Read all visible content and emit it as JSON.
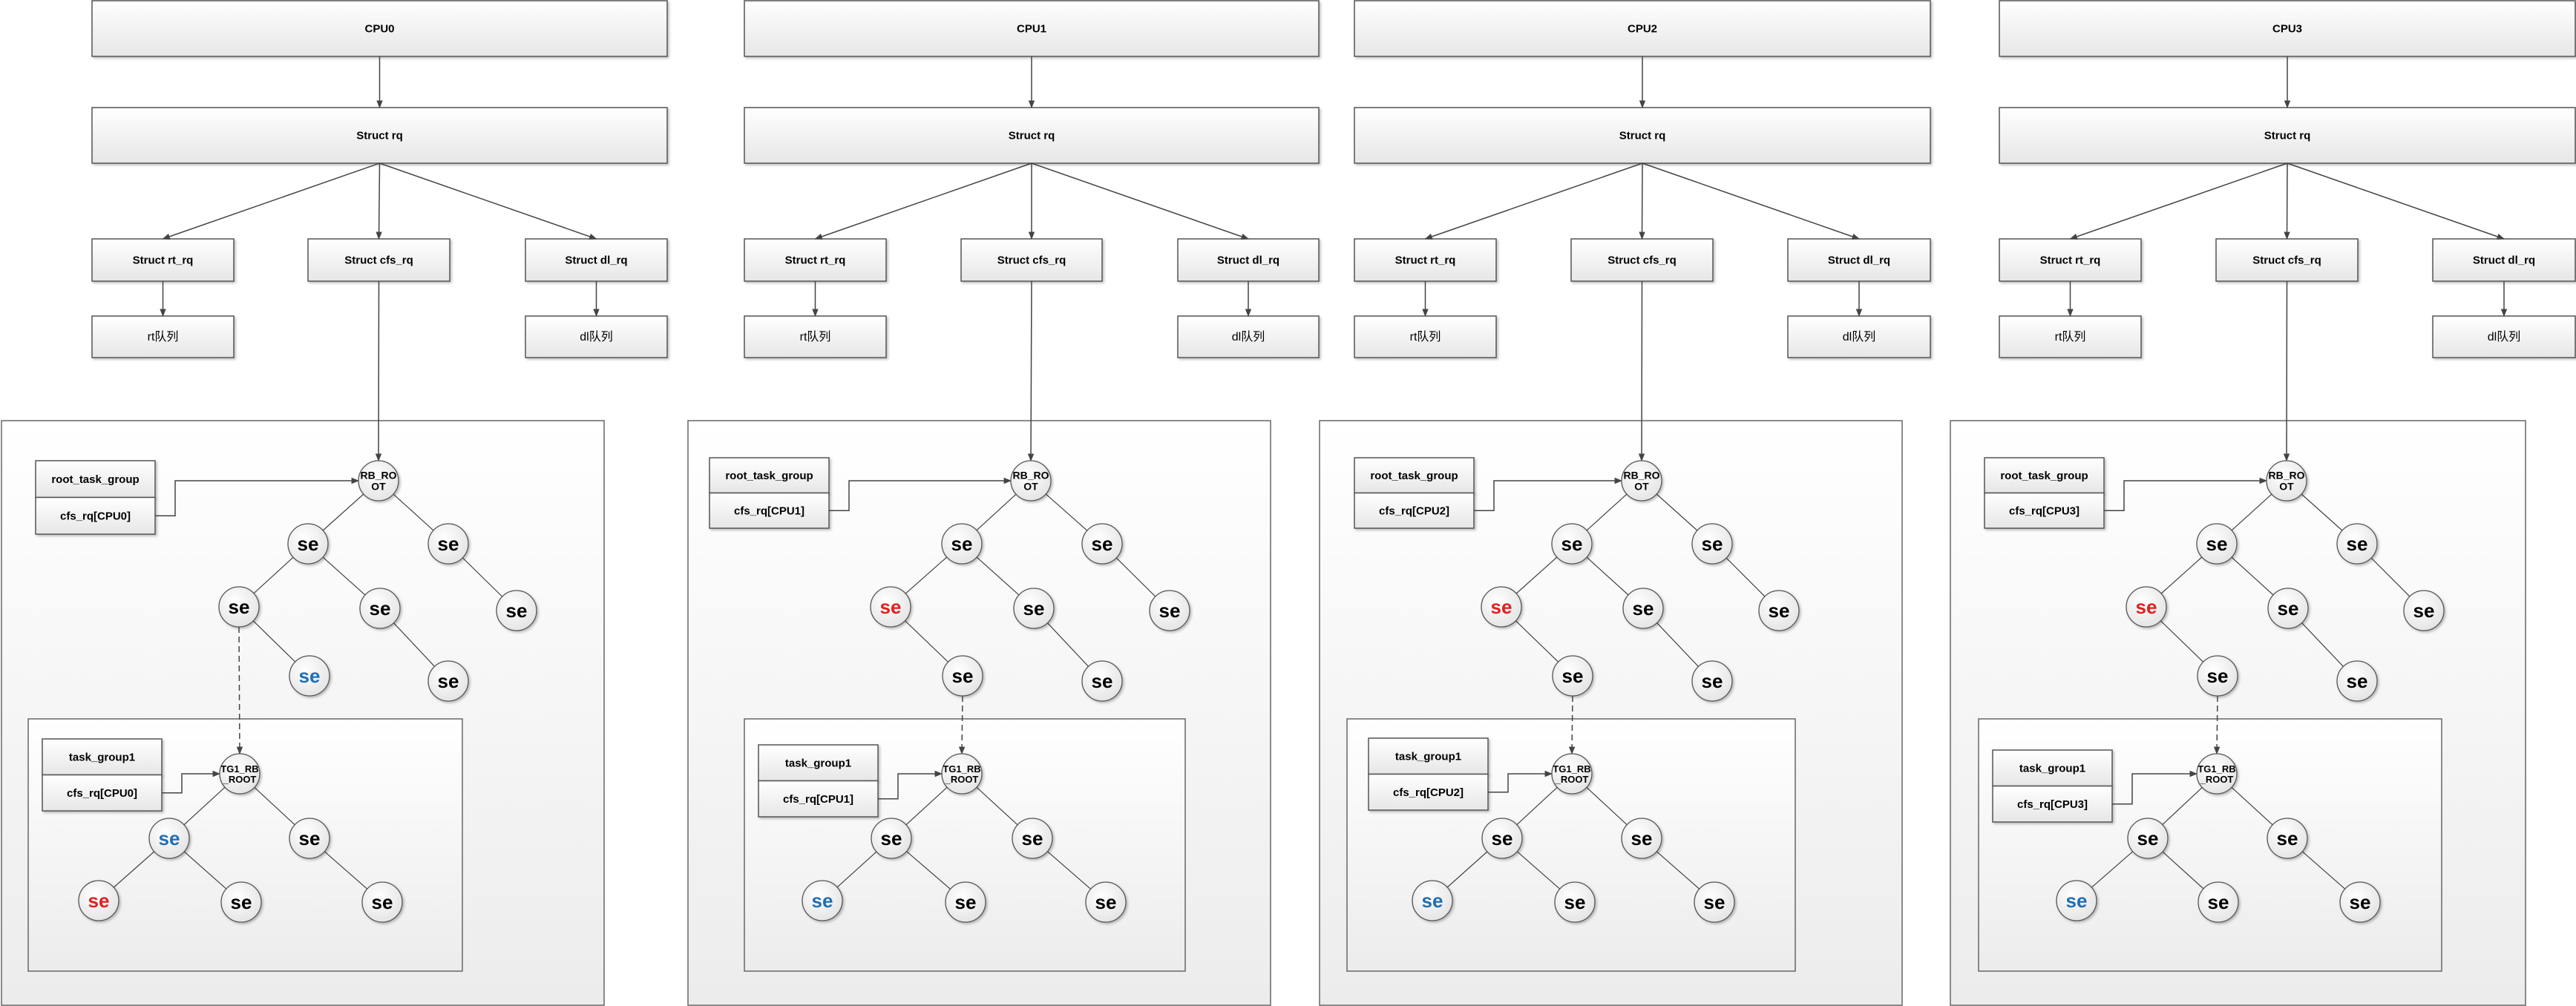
{
  "diagram": {
    "cpus": [
      {
        "cpu_label": "CPU0",
        "rq_label": "Struct rq",
        "rt_rq_label": "Struct rt_rq",
        "cfs_rq_label": "Struct cfs_rq",
        "dl_rq_label": "Struct dl_rq",
        "rt_queue_label": "rt队列",
        "dl_queue_label": "dl队列",
        "root_group_label": "root_task_group",
        "root_cfs_label": "cfs_rq[CPU0]",
        "root_node_label": "RB_RO\nOT",
        "group_label": "task_group1",
        "group_cfs_label": "cfs_rq[CPU0]",
        "group_root_label": "TG1_RB\n_ROOT",
        "se_label": "se",
        "highlight": {
          "red_node": "group_leaf_left",
          "blue_node": "group_left"
        }
      },
      {
        "cpu_label": "CPU1",
        "rq_label": "Struct rq",
        "rt_rq_label": "Struct rt_rq",
        "cfs_rq_label": "Struct cfs_rq",
        "dl_rq_label": "Struct dl_rq",
        "rt_queue_label": "rt队列",
        "dl_queue_label": "dl队列",
        "root_group_label": "root_task_group",
        "root_cfs_label": "cfs_rq[CPU1]",
        "root_node_label": "RB_RO\nOT",
        "group_label": "task_group1",
        "group_cfs_label": "cfs_rq[CPU1]",
        "group_root_label": "TG1_RB\n_ROOT",
        "se_label": "se",
        "highlight": {
          "red_node": "root_ll",
          "blue_node": "group_leaf_left"
        }
      },
      {
        "cpu_label": "CPU2",
        "rq_label": "Struct rq",
        "rt_rq_label": "Struct rt_rq",
        "cfs_rq_label": "Struct cfs_rq",
        "dl_rq_label": "Struct dl_rq",
        "rt_queue_label": "rt队列",
        "dl_queue_label": "dl队列",
        "root_group_label": "root_task_group",
        "root_cfs_label": "cfs_rq[CPU2]",
        "root_node_label": "RB_RO\nOT",
        "group_label": "task_group1",
        "group_cfs_label": "cfs_rq[CPU2]",
        "group_root_label": "TG1_RB\n_ROOT",
        "se_label": "se",
        "highlight": {
          "red_node": "root_ll",
          "blue_node": "group_leaf_left"
        }
      },
      {
        "cpu_label": "CPU3",
        "rq_label": "Struct rq",
        "rt_rq_label": "Struct rt_rq",
        "cfs_rq_label": "Struct cfs_rq",
        "dl_rq_label": "Struct dl_rq",
        "rt_queue_label": "rt队列",
        "dl_queue_label": "dl队列",
        "root_group_label": "root_task_group",
        "root_cfs_label": "cfs_rq[CPU3]",
        "root_node_label": "RB_RO\nOT",
        "group_label": "task_group1",
        "group_cfs_label": "cfs_rq[CPU3]",
        "group_root_label": "TG1_RB\n_ROOT",
        "se_label": "se",
        "highlight": {
          "red_node": "root_ll",
          "blue_node": "group_leaf_left"
        }
      }
    ],
    "colors": {
      "red_se": "#e02020",
      "blue_se": "#1f6fb5",
      "box_border": "#555555",
      "box_fill_top": "#ffffff",
      "box_fill_bottom": "#e6e6e6",
      "line": "#444444"
    }
  }
}
